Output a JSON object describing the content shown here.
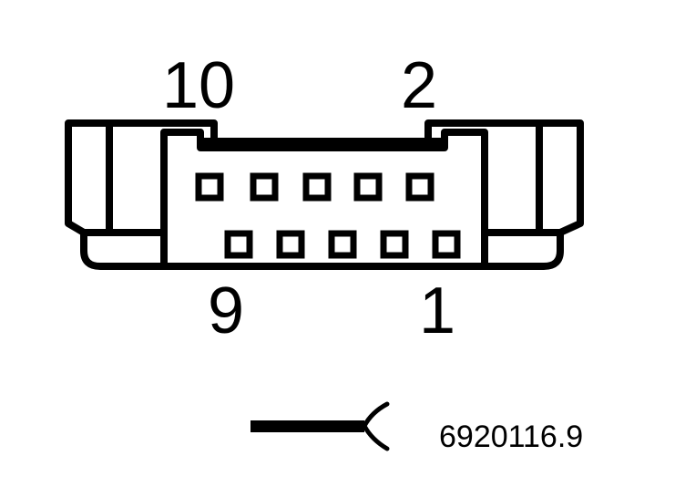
{
  "pin_labels": {
    "top_left": "10",
    "top_right": "2",
    "bottom_left": "9",
    "bottom_right": "1"
  },
  "reference_number": "6920116.9",
  "colors": {
    "line": "#000000",
    "background": "#ffffff"
  }
}
